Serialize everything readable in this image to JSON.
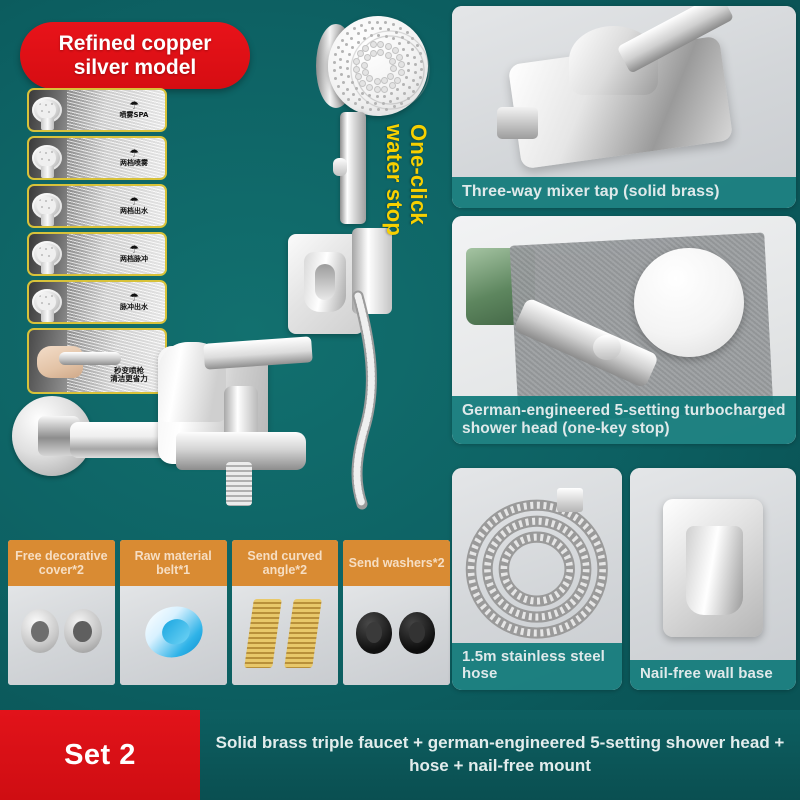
{
  "theme": {
    "background_teal": "#0e6264",
    "accent_red": "#e2131a",
    "accent_yellow": "#f7d000",
    "accent_orange": "#d98b33",
    "caption_teal": "#0e7878"
  },
  "title_badge": {
    "line1": "Refined copper",
    "line2": "silver model"
  },
  "highlight_label": {
    "line1": "One-click",
    "line2": "water stop"
  },
  "spray_modes": [
    {
      "label": "喷雾SPA",
      "glyph": "☂"
    },
    {
      "label": "两档喷雾",
      "glyph": "☂"
    },
    {
      "label": "两档出水",
      "glyph": "☂"
    },
    {
      "label": "两档脉冲",
      "glyph": "☂"
    },
    {
      "label": "脉冲出水",
      "glyph": "☂"
    }
  ],
  "spray_feature": {
    "line1": "秒变喷枪",
    "line2": "清洁更省力"
  },
  "accessories": [
    {
      "label": "Free decorative cover*2",
      "item": "chrome-cover-pair"
    },
    {
      "label": "Raw material belt*1",
      "item": "ptfe-tape-roll"
    },
    {
      "label": "Send curved angle*2",
      "item": "brass-elbow-pair"
    },
    {
      "label": "Send washers*2",
      "item": "rubber-washer-pair"
    }
  ],
  "feature_panels": [
    {
      "id": "mixer",
      "caption": "Three-way mixer tap (solid brass)"
    },
    {
      "id": "shower-head",
      "caption": "German-engineered 5-setting turbocharged shower head (one-key stop)"
    },
    {
      "id": "hose",
      "caption": "1.5m stainless steel hose"
    },
    {
      "id": "wall-base",
      "caption": "Nail-free wall base"
    }
  ],
  "banner": {
    "set_label": "Set 2",
    "description": "Solid brass triple faucet + german-engineered 5-setting shower head + hose + nail-free mount"
  }
}
